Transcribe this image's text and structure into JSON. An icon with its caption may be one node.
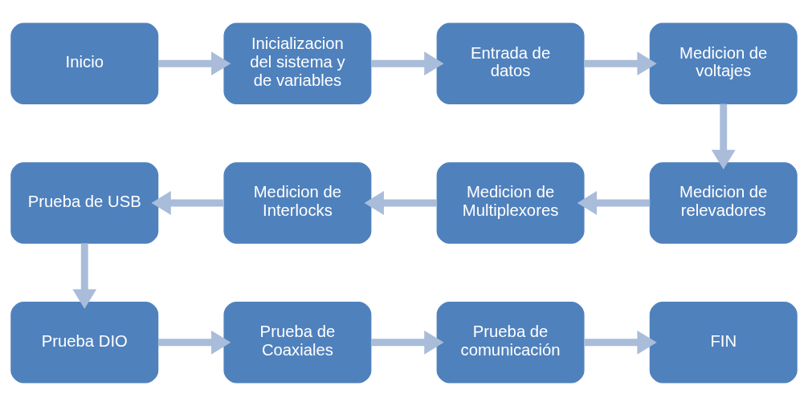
{
  "diagram": {
    "nodes": [
      {
        "text": [
          "Inicio"
        ]
      },
      {
        "text": [
          "Inicializacion del sistema y de variables"
        ]
      },
      {
        "text": [
          "Entrada de datos"
        ]
      },
      {
        "text": [
          "Medicion de voltajes"
        ]
      },
      {
        "text": [
          "Medicion de relevadores"
        ]
      },
      {
        "text": [
          "Medicion de Multiplexores"
        ]
      },
      {
        "text": [
          "Medicion de Interlocks"
        ]
      },
      {
        "text": [
          "Prueba de USB"
        ]
      },
      {
        "text": [
          "Prueba DIO"
        ]
      },
      {
        "text": [
          "Prueba de Coaxiales"
        ]
      },
      {
        "text": [
          "Prueba de comunicación"
        ]
      },
      {
        "text": [
          "FIN"
        ]
      }
    ],
    "edges": [
      {
        "from": 0,
        "to": 1,
        "arrow": "to"
      },
      {
        "from": 1,
        "to": 2,
        "arrow": "to"
      },
      {
        "from": 2,
        "to": 3,
        "arrow": "to"
      },
      {
        "from": 3,
        "to": 4,
        "arrow": "to"
      },
      {
        "from": 4,
        "to": 5,
        "arrow": "to"
      },
      {
        "from": 5,
        "to": 6,
        "arrow": "to"
      },
      {
        "from": 6,
        "to": 7,
        "arrow": "to"
      },
      {
        "from": 7,
        "to": 8,
        "arrow": "to"
      },
      {
        "from": 8,
        "to": 9,
        "arrow": "to"
      },
      {
        "from": 9,
        "to": 10,
        "arrow": "to"
      },
      {
        "from": 10,
        "to": 11,
        "arrow": "to"
      }
    ]
  }
}
